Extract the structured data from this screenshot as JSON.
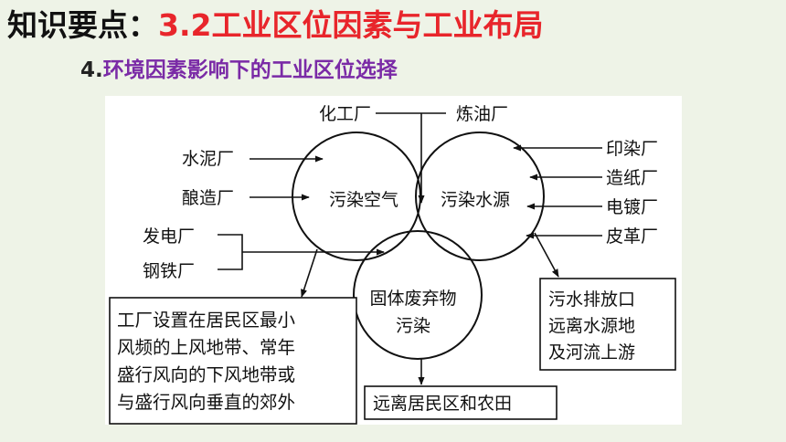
{
  "header": {
    "title_prefix": "知识要点：",
    "title_main": "3.2工业区位因素与工业布局",
    "subtitle_number": "4.",
    "subtitle_text": "环境因素影响下的工业区位选择"
  },
  "diagram": {
    "circles": {
      "air": "污染空气",
      "water": "污染水源",
      "solid_line1": "固体废弃物",
      "solid_line2": "污染"
    },
    "top_left_factory": "化工厂",
    "top_right_factory": "炼油厂",
    "air_factories": [
      "水泥厂",
      "酿造厂"
    ],
    "combined_factories": [
      "发电厂",
      "钢铁厂"
    ],
    "water_factories": [
      "印染厂",
      "造纸厂",
      "电镀厂",
      "皮革厂"
    ],
    "advice_air": [
      "工厂设置在居民区最小",
      "风频的上风地带、常年",
      "盛行风向的下风地带或",
      "与盛行风向垂直的郊外"
    ],
    "advice_water": [
      "污水排放口",
      "远离水源地",
      "及河流上游"
    ],
    "advice_solid": "远离居民区和农田"
  }
}
